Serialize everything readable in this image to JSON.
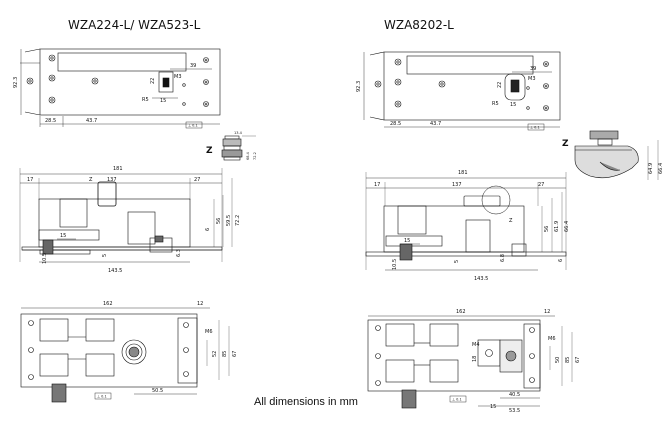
{
  "left": {
    "title": "WZA224-L/ WZA523-L",
    "top": {
      "d_92_3": "92.3",
      "d_39": "39",
      "d_22": "22",
      "d_m3": "M3",
      "d_r5": "R5",
      "d_15": "15",
      "d_28_5": "28.5",
      "d_43_7": "43.7",
      "flat": "⊥ 0.1"
    },
    "detail": {
      "z": "Z",
      "d1": "13.4",
      "d2": "68.4",
      "d3": "72.2"
    },
    "front": {
      "d_181": "181",
      "d_17": "17",
      "d_137": "137",
      "d_27": "27",
      "z": "Z",
      "d_15": "15",
      "d_10_5": "10.5",
      "d_5": "5",
      "d_143_5": "143.5",
      "d_6_3": "6.3",
      "d_6": "6",
      "d_56": "56",
      "d_59_5": "59.5",
      "d_72_2": "72.2"
    },
    "bottom": {
      "d_162": "162",
      "d_12": "12",
      "d_m6": "M6",
      "d_52": "52",
      "d_85": "85",
      "d_67": "67",
      "d_50_5": "50.5",
      "flat": "⊥ 0.1"
    }
  },
  "right": {
    "title": "WZA8202-L",
    "top": {
      "d_92_3": "92.3",
      "d_39": "39",
      "d_22": "22",
      "d_m3": "M3",
      "d_r5": "R5",
      "d_15": "15",
      "d_28_5": "28.5",
      "d_43_7": "43.7",
      "flat": "⊥ 0.1"
    },
    "detail": {
      "z": "Z",
      "d1": "64.9",
      "d2": "66.4"
    },
    "front": {
      "d_181": "181",
      "d_17": "17",
      "d_137": "137",
      "d_27": "27",
      "z": "Z",
      "d_15": "15",
      "d_10_5": "10.5",
      "d_5": "5",
      "d_143_5": "143.5",
      "d_6_8": "6.8",
      "d_6": "6",
      "d_56": "56",
      "d_61_9": "61.9",
      "d_66_4": "66.4"
    },
    "bottom": {
      "d_162": "162",
      "d_12": "12",
      "d_m6": "M6",
      "d_m4": "M4",
      "d_18": "18",
      "d_50": "50",
      "d_85": "85",
      "d_67": "67",
      "d_40_5": "40.5",
      "d_15": "15",
      "d_53_5": "53.5",
      "flat": "⊥ 0.1"
    }
  },
  "note": "All dimensions in mm"
}
